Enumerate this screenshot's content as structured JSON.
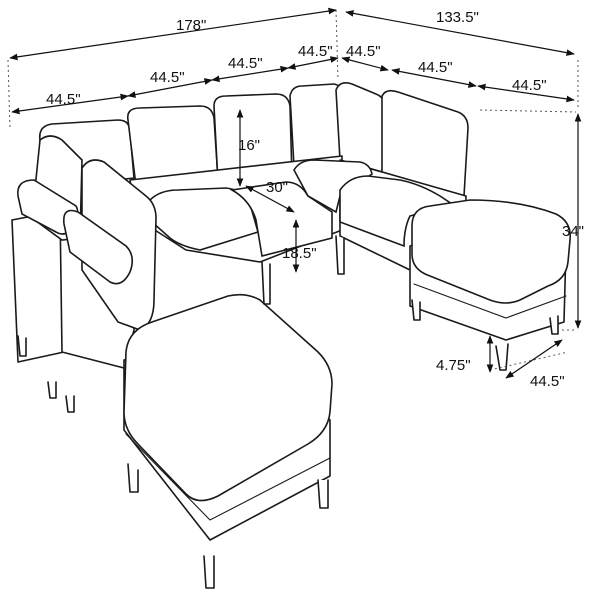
{
  "dimensions": {
    "overall_width": "178\"",
    "overall_depth": "133.5\"",
    "module_width_1": "44.5\"",
    "module_width_2": "44.5\"",
    "module_width_3": "44.5\"",
    "module_width_4": "44.5\"",
    "module_width_5": "44.5\"",
    "module_width_6": "44.5\"",
    "module_width_7": "44.5\"",
    "back_height": "16\"",
    "seat_depth": "30\"",
    "seat_height": "18.5\"",
    "total_height": "34\"",
    "leg_height": "4.75\"",
    "ottoman_width": "44.5\""
  },
  "colors": {
    "line": "#1a1a1a",
    "background": "#ffffff"
  }
}
